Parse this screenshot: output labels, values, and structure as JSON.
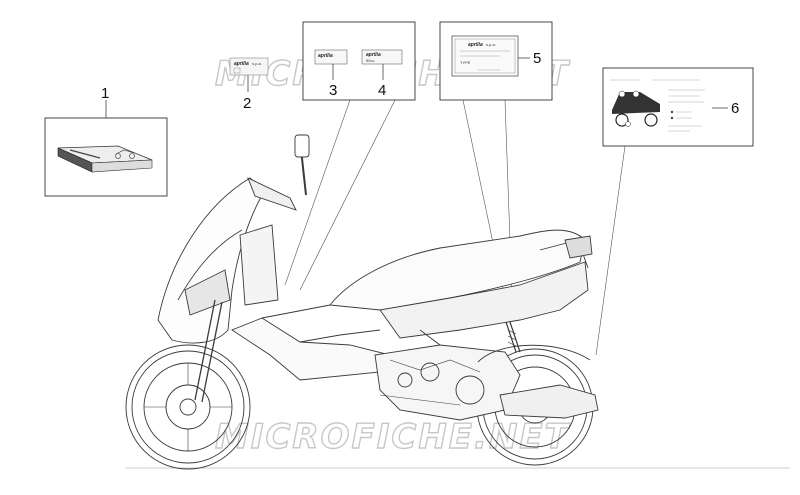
{
  "watermark": "MICROFICHE.NET",
  "callouts": [
    "1",
    "2",
    "3",
    "4",
    "5",
    "6"
  ],
  "labels": {
    "brand": "aprilia",
    "brand_suffix": "s.p.a.",
    "plate_type": "TYPE",
    "sticker4_text": "50cc"
  },
  "colors": {
    "line": "#333333",
    "watermark": "#c8c8c8",
    "background": "#ffffff"
  }
}
